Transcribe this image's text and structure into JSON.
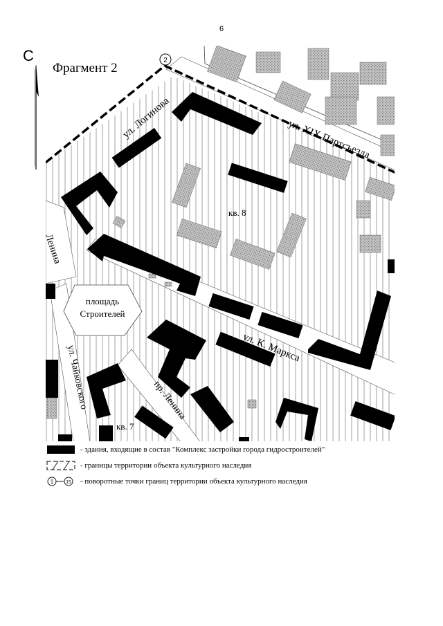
{
  "page": {
    "number": "6"
  },
  "map": {
    "north_label": "С",
    "fragment_title": "Фрагмент 2",
    "point_marker": "2",
    "streets": {
      "loginova": "ул. Логинова",
      "xix_partsezda": "ул. XIX Партсъезда",
      "lenina_top": "Ленина",
      "k_marksa": "ул. К. Маркса",
      "chaikovskogo": "ул. Чайковского",
      "pr_lenina": "пр. Ленина"
    },
    "blocks": {
      "kv8": "кв. 8",
      "kv7": "кв. 7"
    },
    "square": {
      "line1": "площадь",
      "line2": "Строителей"
    }
  },
  "legend": {
    "buildings": "- здания, входящие в состав \"Комплекс застройки города гидростроителей\"",
    "boundaries": "- границы территории объекта культурного наследия",
    "turning_points": "- поворотные точки границ территории объекта культурного наследия",
    "turning_points_from": "1",
    "turning_points_to": "15"
  },
  "colors": {
    "building": "#000000",
    "other_building": "#a8a8a8",
    "hatch": "#7a7a7a"
  }
}
